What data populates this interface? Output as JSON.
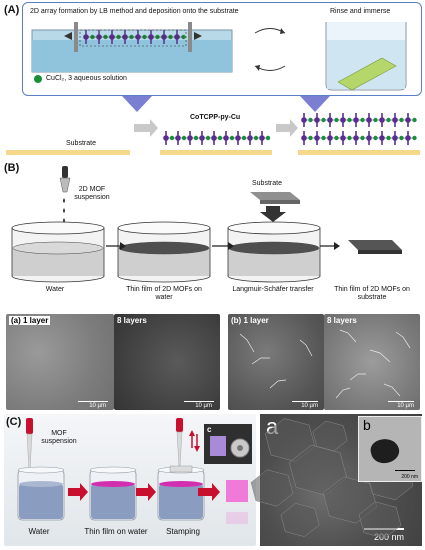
{
  "panel_a": {
    "label": "(A)",
    "lb_title": "2D array formation by LB method and deposition onto the substrate",
    "rinse_title": "Rinse and immerse",
    "solution_label": "CuCl₂, 3 aqueous solution",
    "substrate_label": "Substrate",
    "film_label": "CoTCPP-py-Cu",
    "colors": {
      "node_green": "#1a8f3a",
      "linker_purple": "#5a2d91",
      "substrate": "#f5d98a",
      "box_border": "#5b7fc4"
    }
  },
  "panel_b": {
    "label": "(B)",
    "suspension_label": "2D MOF suspension",
    "substrate_label": "Substrate",
    "steps": [
      "Water",
      "Thin film of 2D MOFs on water",
      "Langmuir-Schäfer transfer",
      "Thin film of 2D MOFs on substrate"
    ],
    "images": [
      {
        "tag": "(a) 1 layer",
        "scale": "10 µm"
      },
      {
        "tag": "8 layers",
        "scale": "10 µm"
      },
      {
        "tag": "(b) 1 layer",
        "scale": "10 µm"
      },
      {
        "tag": "8 layers",
        "scale": "10 µm"
      }
    ]
  },
  "panel_c": {
    "label": "(C)",
    "suspension_label": "MOF suspension",
    "steps": [
      "Water",
      "Thin film on water",
      "Stamping"
    ],
    "inset_c": "c",
    "tem_a": "a",
    "tem_b": "b",
    "scale_small": "200 nm",
    "scale_large": "200 nm",
    "colors": {
      "arrow_red": "#c8102e",
      "film_magenta": "#d12fb0",
      "stamp_pink": "#f07ad8"
    }
  }
}
